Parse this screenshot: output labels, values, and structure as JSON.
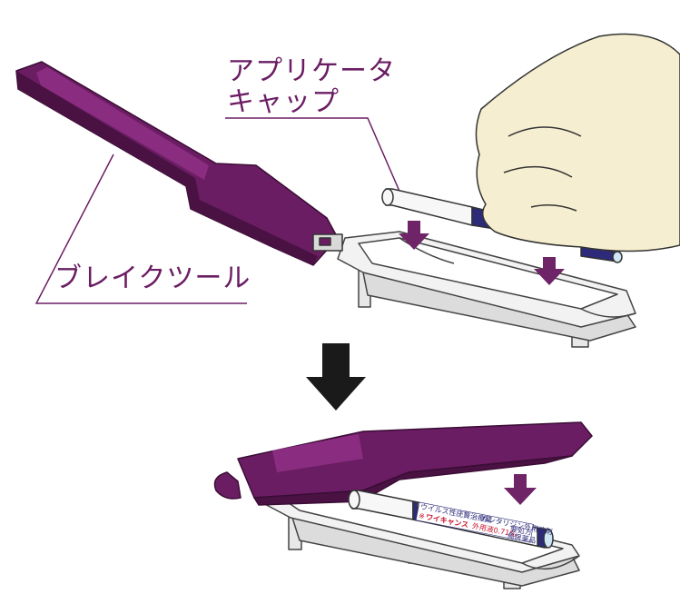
{
  "labels": {
    "applicator_cap_line1": "アプリケータ",
    "applicator_cap_line2": "キャップ",
    "break_tool": "ブレイクツール"
  },
  "product_label": {
    "category": "ウイルス性疣贅治療薬",
    "ingredient": "カンタリジン外用液剤",
    "brand_prefix": "※",
    "brand": "ワイキャンス",
    "dose": "外用液0.71%",
    "rx": "要処方",
    "maker": "鳥居薬品"
  },
  "colors": {
    "tool_purple": "#6b1d63",
    "tool_dark": "#4a1243",
    "tray_fill": "#f2f2f2",
    "tray_stroke": "#444444",
    "hand_fill": "#f6eed0",
    "arrow_purple": "#6e2466",
    "arrow_black": "#1a1a1a",
    "label_text": "#6b1d63"
  },
  "icons": [
    "down-arrow-purple",
    "down-arrow-black",
    "hand-illustration"
  ]
}
